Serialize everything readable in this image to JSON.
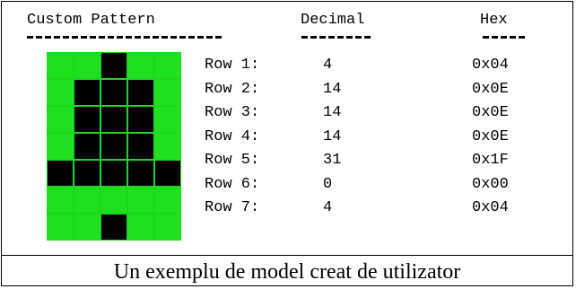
{
  "headers": {
    "pattern": "Custom Pattern",
    "decimal": "Decimal",
    "hex": "Hex"
  },
  "colors": {
    "on": "#000000",
    "off": "#1fe01f"
  },
  "pattern": [
    [
      0,
      0,
      1,
      0,
      0
    ],
    [
      0,
      1,
      1,
      1,
      0
    ],
    [
      0,
      1,
      1,
      1,
      0
    ],
    [
      0,
      1,
      1,
      1,
      0
    ],
    [
      1,
      1,
      1,
      1,
      1
    ],
    [
      0,
      0,
      0,
      0,
      0
    ],
    [
      0,
      0,
      1,
      0,
      0
    ]
  ],
  "rows": [
    {
      "label": "Row 1:",
      "decimal": "4",
      "hex": "0x04"
    },
    {
      "label": "Row 2:",
      "decimal": "14",
      "hex": "0x0E"
    },
    {
      "label": "Row 3:",
      "decimal": "14",
      "hex": "0x0E"
    },
    {
      "label": "Row 4:",
      "decimal": "14",
      "hex": "0x0E"
    },
    {
      "label": "Row 5:",
      "decimal": "31",
      "hex": "0x1F"
    },
    {
      "label": "Row 6:",
      "decimal": "0",
      "hex": "0x00"
    },
    {
      "label": "Row 7:",
      "decimal": "4",
      "hex": "0x04"
    }
  ],
  "caption": "Un exemplu de model creat de utilizator"
}
